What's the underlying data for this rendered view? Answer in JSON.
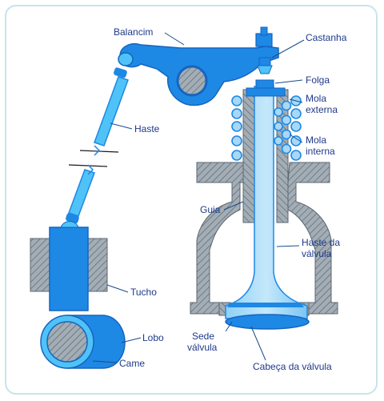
{
  "colors": {
    "blue": "#1e88e5",
    "light_blue": "#4fc3f7",
    "pale_blue": "#a7d8f7",
    "grey": "#9aa5ad",
    "hatch_line": "#5c6670",
    "leader": "#1a4b8c"
  },
  "labels": {
    "balancim": "Balancim",
    "castanha": "Castanha",
    "folga": "Folga",
    "mola_externa_1": "Mola",
    "mola_externa_2": "externa",
    "mola_interna_1": "Mola",
    "mola_interna_2": "interna",
    "haste": "Haste",
    "guia": "Guia",
    "haste_valvula_1": "Haste da",
    "haste_valvula_2": "válvula",
    "tucho": "Tucho",
    "lobo": "Lobo",
    "sede_1": "Sede",
    "sede_2": "válvula",
    "came": "Came",
    "cabeca": "Cabeça da válvula"
  }
}
